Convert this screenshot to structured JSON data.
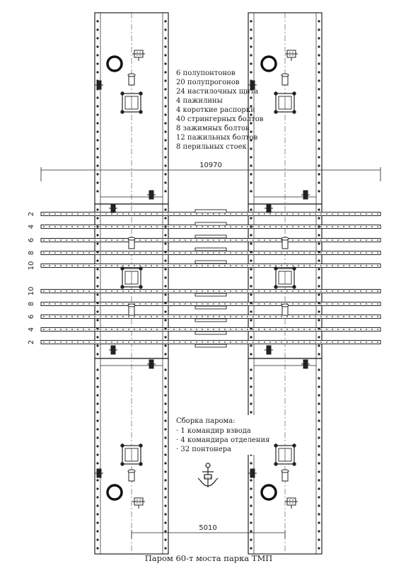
{
  "materials": [
    "6 полупонтонов",
    "20 полупрогонов",
    "24 настилочных щита",
    "4 пажилины",
    "4 короткие распорки",
    "40 стрингерных болтов",
    "8 зажимных болтов",
    "12 пажильных болтов",
    "8 перильных стоек"
  ],
  "assembly": {
    "title": "Сборка парома:",
    "items": [
      "· 1 командир взвода",
      "· 4 командира отделения",
      "· 32 понтонера"
    ]
  },
  "dimensions": {
    "overall_length": "10970",
    "pontoon_spacing": "5010"
  },
  "row_labels": [
    "2",
    "4",
    "6",
    "8",
    "10",
    "10",
    "8",
    "6",
    "4",
    "2"
  ],
  "caption": "Паром 60-т моста парка ТМП",
  "colors": {
    "ink": "#222222",
    "paper": "#ffffff"
  }
}
